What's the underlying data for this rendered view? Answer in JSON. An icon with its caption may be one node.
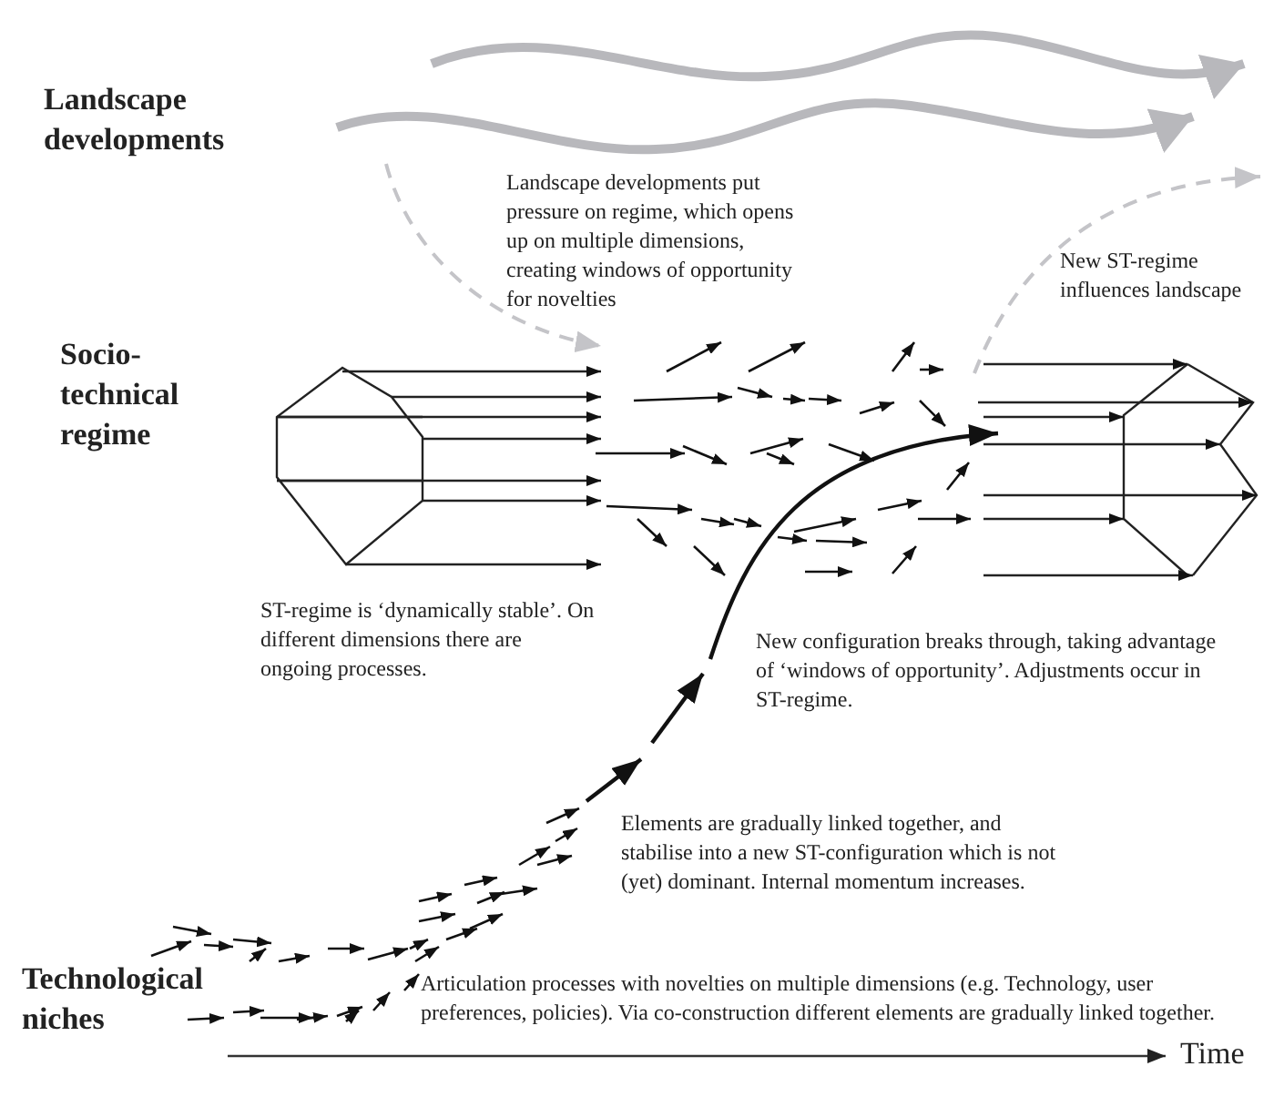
{
  "diagram": {
    "labels": [
      "Landscape developments",
      "Landscape developments put pressure on regime, which opens up on multiple dimensions, creating windows of opportunity for novelties",
      "New ST-regime influences landscape",
      "Socio-technical regime",
      "ST-regime is ‘dynamically stable’. On different dimensions there are ongoing processes.",
      "New configuration breaks through, taking advantage of ‘windows of opportunity’. Adjustments occur in ST-regime.",
      "Elements are gradually linked together, and stabilise into a new ST-configuration which is not (yet) dominant. Internal momentum increases.",
      "Technological niches",
      "Articulation processes with novelties on multiple dimensions (e.g. Technology, user preferences, policies). Via co-construction different elements are gradually linked together.",
      "Time"
    ]
  }
}
